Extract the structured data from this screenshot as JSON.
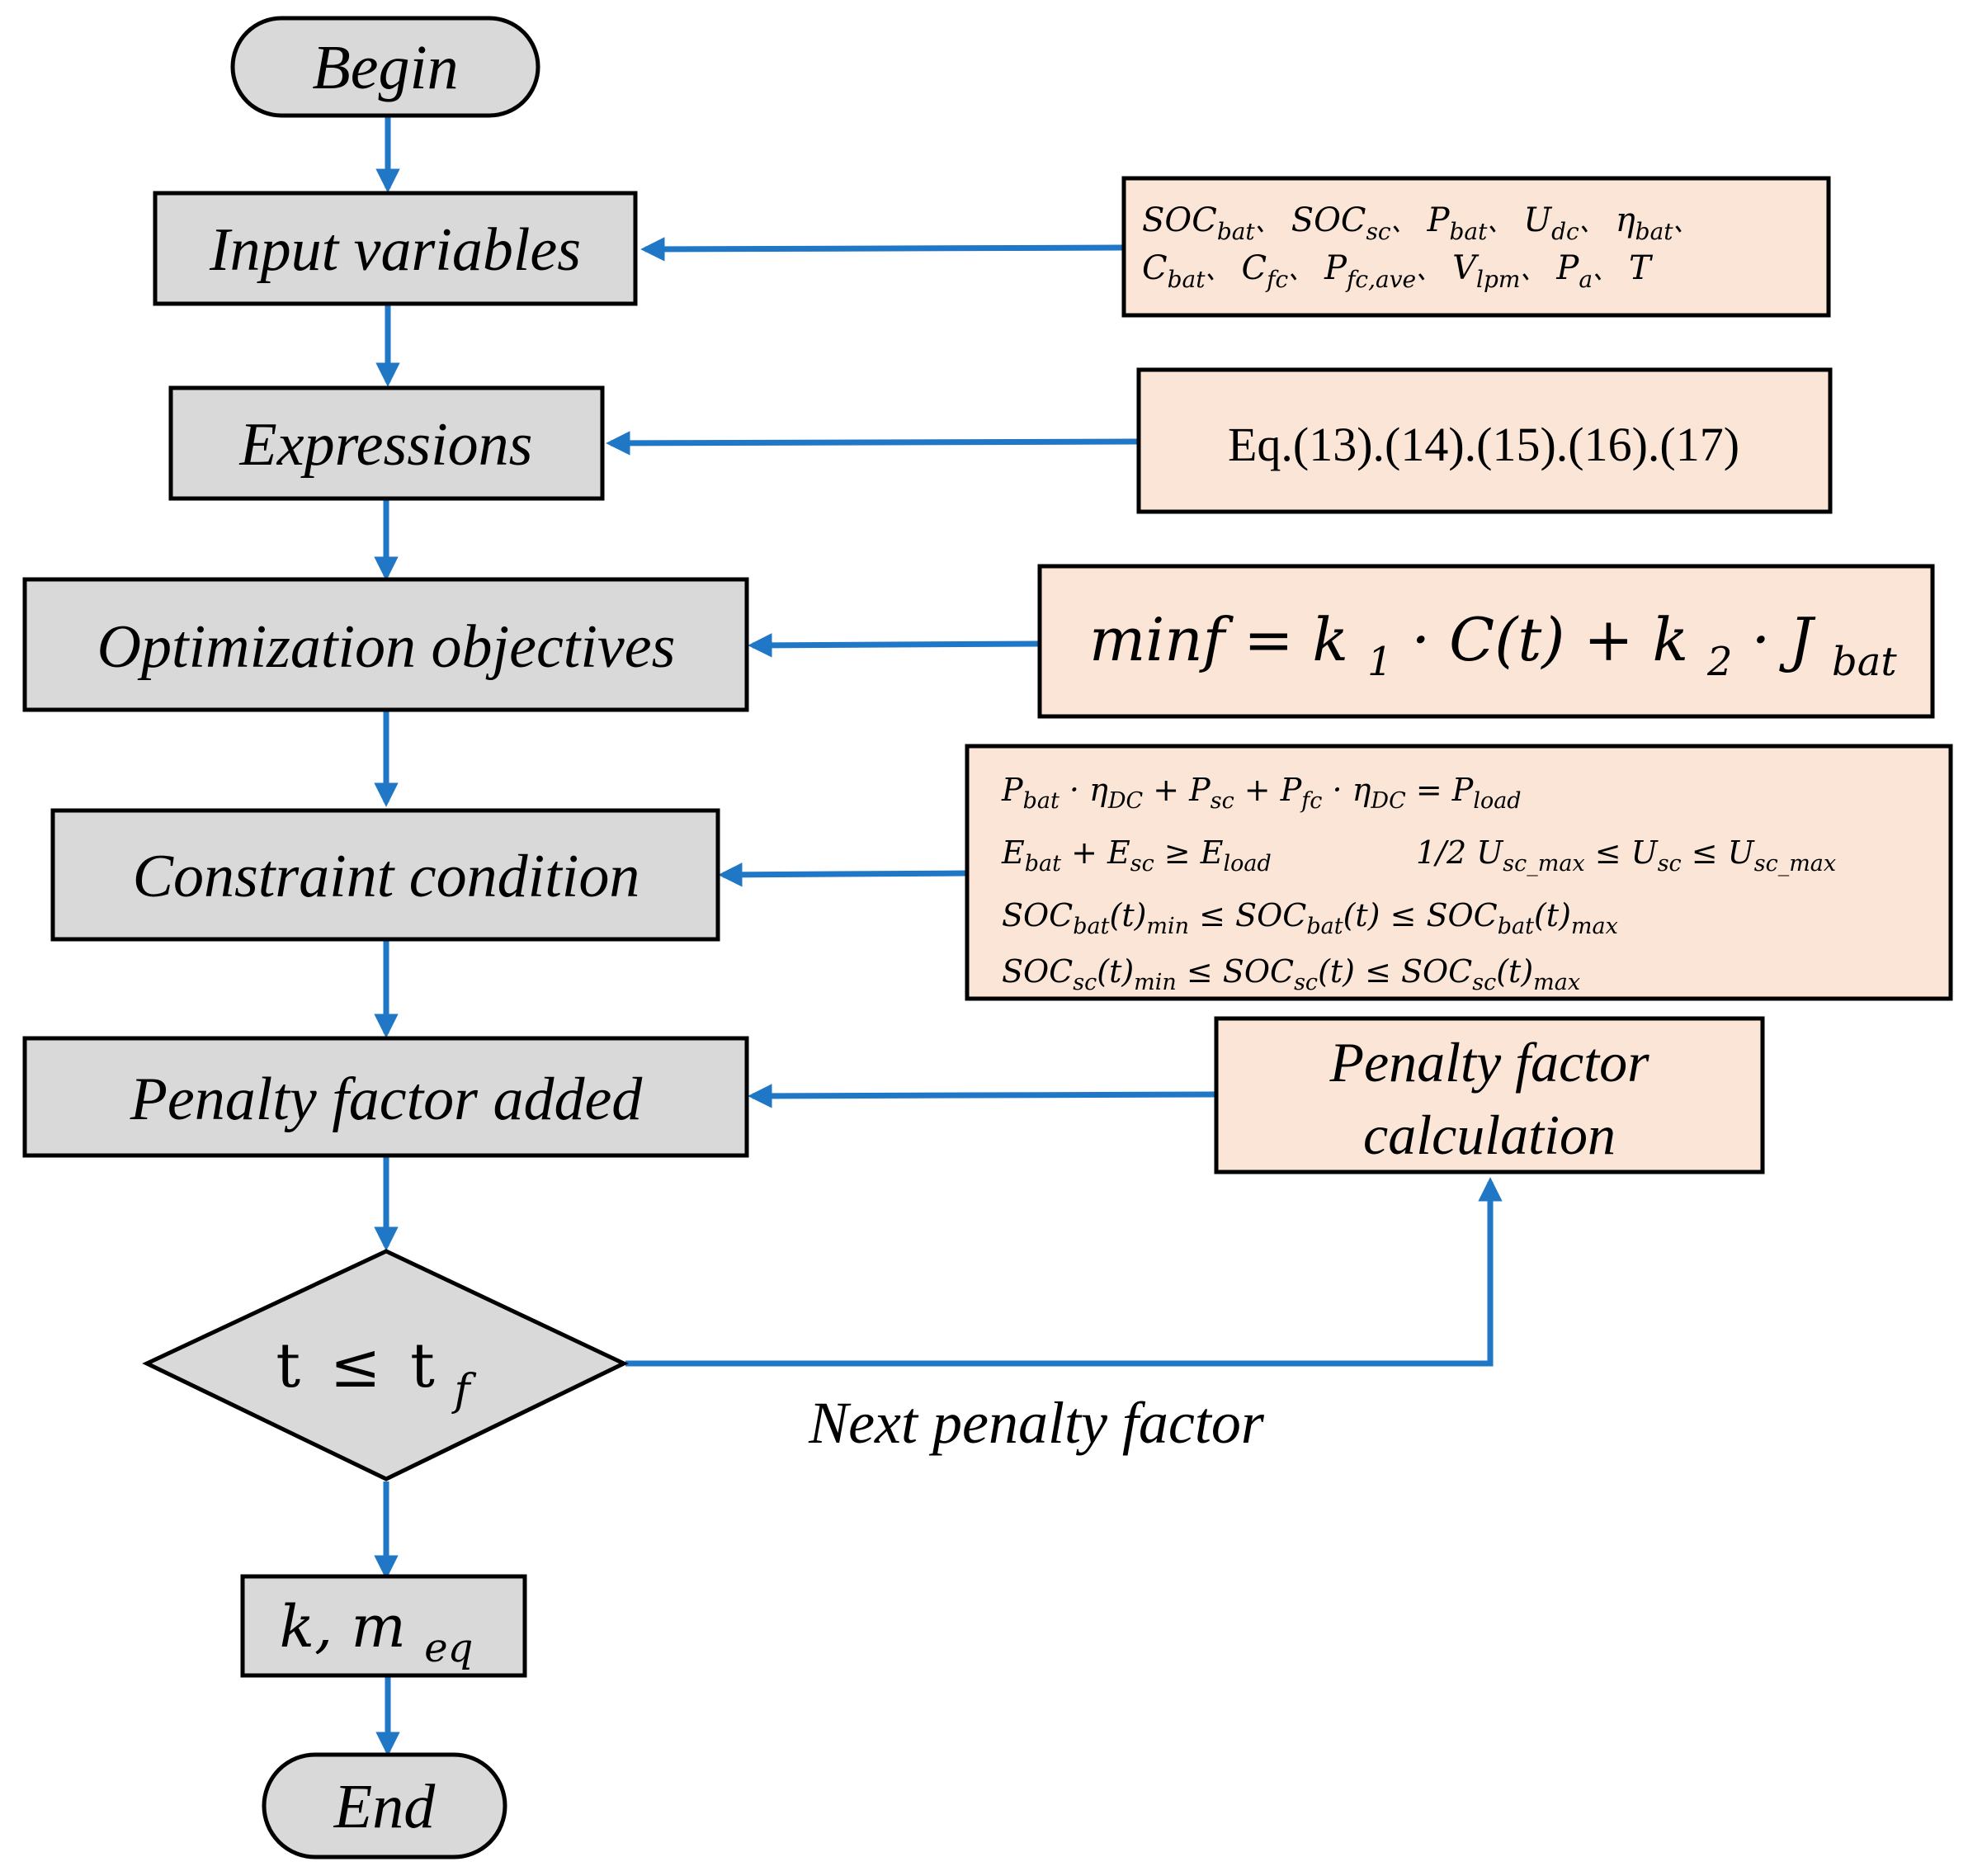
{
  "nodes": {
    "begin": "Begin",
    "input_variables": "Input variables",
    "expressions": "Expressions",
    "optimization_objectives": "Optimization objectives",
    "constraint_condition": "Constraint condition",
    "penalty_factor_added": "Penalty factor added",
    "decision_t": "t",
    "decision_le": "≤",
    "decision_tf": "t",
    "decision_tf_sub": "f",
    "output_k": "k, m",
    "output_sub": "eq",
    "end": "End"
  },
  "side_boxes": {
    "inputs_line1": [
      {
        "base": "SOC",
        "sub": "bat",
        "sep": "、"
      },
      {
        "base": "SOC",
        "sub": "sc",
        "sep": "、"
      },
      {
        "base": "P",
        "sub": "bat",
        "sep": "、"
      },
      {
        "base": "U",
        "sub": "dc",
        "sep": "、"
      },
      {
        "base": "η",
        "sub": "bat",
        "sep": "、"
      }
    ],
    "inputs_line2": [
      {
        "base": "C",
        "sub": "bat",
        "sep": "、"
      },
      {
        "base": "C",
        "sub": "fc",
        "sep": "、"
      },
      {
        "base": "P",
        "sub": "fc,ave",
        "sep": "、"
      },
      {
        "base": "V",
        "sub": "lpm",
        "sep": "、"
      },
      {
        "base": "P",
        "sub": "a",
        "sep": "、"
      },
      {
        "base": "T",
        "sub": "",
        "sep": ""
      }
    ],
    "equations_ref": "Eq.(13).(14).(15).(16).(17)",
    "objective": {
      "lhs": "minf = k",
      "k1_sub": "1",
      "mid": " · C(t) + k",
      "k2_sub": "2",
      "tail": " · J",
      "j_sub": "bat"
    },
    "constraints": {
      "line1": "P_bat · η_DC + P_sc + P_fc · η_DC = P_load",
      "line2a": "E_bat + E_sc ≥ E_load",
      "line2b": "1/2 U_sc_max ≤ U_sc ≤ U_sc_max",
      "line3": "SOC_bat(t)_min ≤ SOC_bat(t) ≤ SOC_bat(t)_max",
      "line4": "SOC_sc(t)_min ≤ SOC_sc(t) ≤ SOC_sc(t)_max"
    },
    "penalty_calc_line1": "Penalty factor",
    "penalty_calc_line2": "calculation"
  },
  "loop_label": "Next penalty factor",
  "colors": {
    "arrow": "#1f77c6",
    "main_node_fill": "#d9d9d9",
    "side_box_fill": "#fbe5d6",
    "border": "#000000"
  }
}
